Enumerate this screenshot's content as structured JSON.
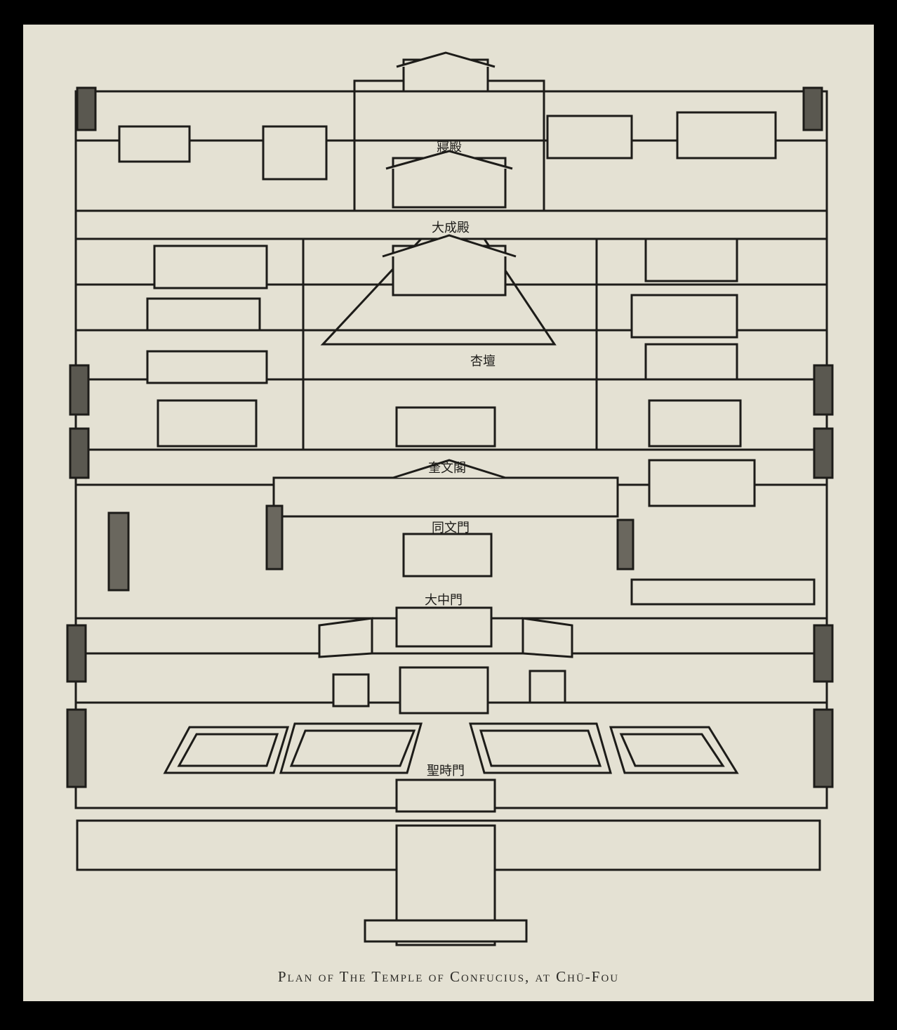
{
  "caption": "Plan of The Temple of Confucius, at Chü-Fou",
  "plan_labels": {
    "rear_hall": "寢殿",
    "main_hall": "大成殿",
    "library": "奎文閣",
    "central_gate": "大中門",
    "shengshi_gate": "聖時門",
    "tongwen_gate": "同文門",
    "apricot_altar": "杏壇"
  },
  "colors": {
    "paper": "#e4e1d3",
    "ink": "#1d1c19",
    "frame": "#000000"
  }
}
